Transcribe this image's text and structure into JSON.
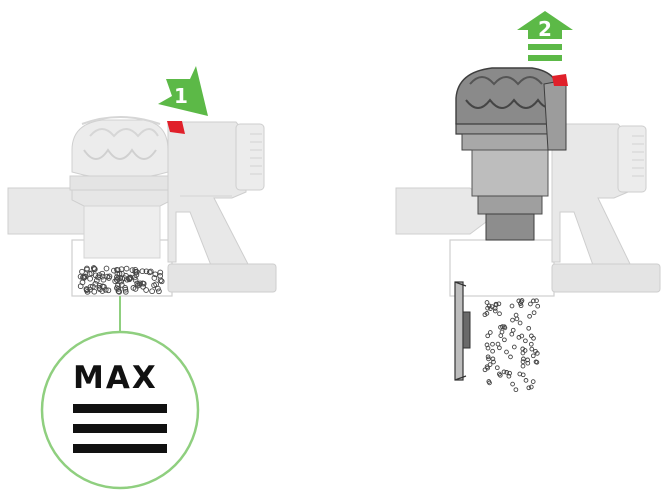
{
  "steps": [
    {
      "number": "1",
      "arrow_direction": "down-right"
    },
    {
      "number": "2",
      "arrow_direction": "up"
    }
  ],
  "max_indicator": {
    "label": "MAX",
    "line_count": 3
  },
  "colors": {
    "arrow_green": "#5cb947",
    "trigger_red": "#e0202a",
    "body_gray": "#e8e8e8",
    "outline_gray": "#c8c8c8",
    "cyclone_dark": "#7d7d7d",
    "indicator_line_green": "#8fcf7f"
  },
  "icons": [
    "arrow-down-right-icon",
    "arrow-up-icon",
    "debris-particles-icon"
  ]
}
